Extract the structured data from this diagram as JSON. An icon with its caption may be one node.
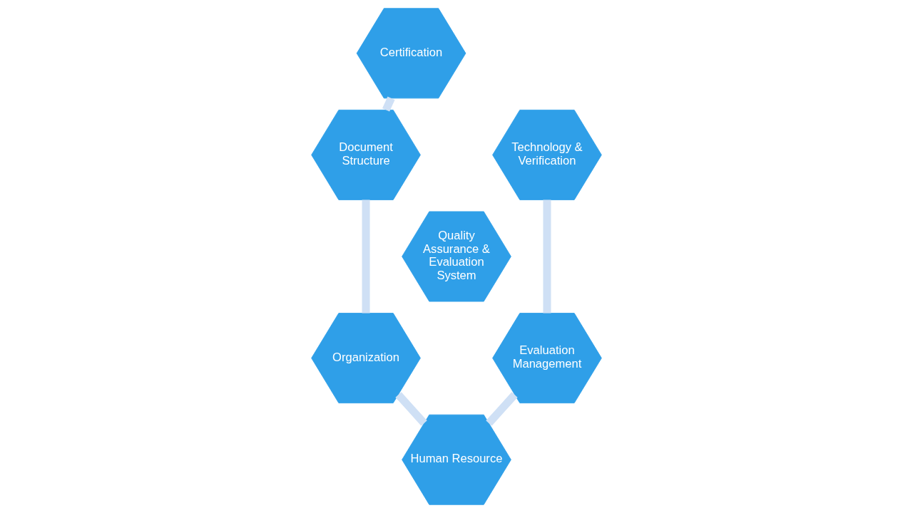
{
  "diagram": {
    "nodes": [
      {
        "text": [
          "Certification"
        ]
      },
      {
        "text": [
          "Technology & Verification"
        ]
      },
      {
        "text": [
          "Document Structure"
        ]
      },
      {
        "text": [
          "Quality Assurance & Evaluation System"
        ]
      },
      {
        "text": [
          "Evaluation Management"
        ]
      },
      {
        "text": [
          "Organization"
        ]
      },
      {
        "text": [
          "Human Resource"
        ]
      }
    ],
    "edges": [
      {
        "from": 0,
        "to": 2,
        "arrow": "none",
        "color": "#cfe0f5"
      },
      {
        "from": 2,
        "to": 5,
        "arrow": "none",
        "color": "#cfe0f5"
      },
      {
        "from": 5,
        "to": 6,
        "arrow": "none",
        "color": "#cfe0f5"
      },
      {
        "from": 6,
        "to": 4,
        "arrow": "none",
        "color": "#cfe0f5"
      },
      {
        "from": 4,
        "to": 1,
        "arrow": "none",
        "color": "#cfe0f5"
      }
    ]
  }
}
